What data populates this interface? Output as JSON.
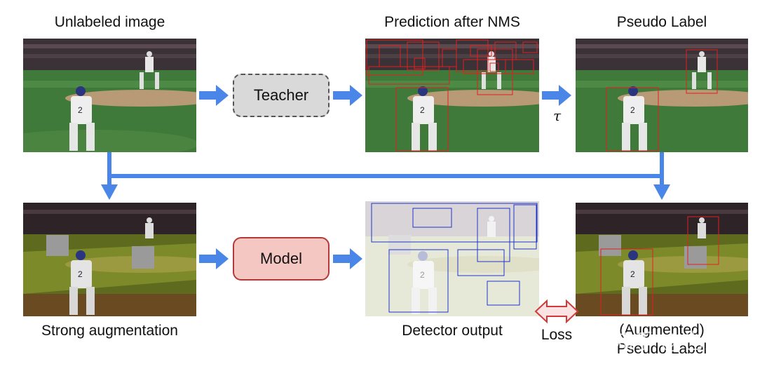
{
  "labels": {
    "unlabeled": "Unlabeled image",
    "prediction": "Prediction after NMS",
    "pseudo": "Pseudo Label",
    "strong": "Strong augmentation",
    "detector": "Detector output",
    "aug_line1": "(Augmented)",
    "aug_line2": "Pseudo Label",
    "loss": "Loss",
    "tau": "τ"
  },
  "nodes": {
    "teacher": "Teacher",
    "model": "Model"
  },
  "watermark": "知乎 @也鼠人",
  "colors": {
    "arrow": "#4a86e8",
    "teacher_fill": "#d9d9d9",
    "model_fill": "#f4c7c3",
    "model_border": "#b33a3a",
    "pred_box": "#e02020",
    "detector_box": "#2233cc",
    "loss_arrow": "#e8a0a0"
  }
}
